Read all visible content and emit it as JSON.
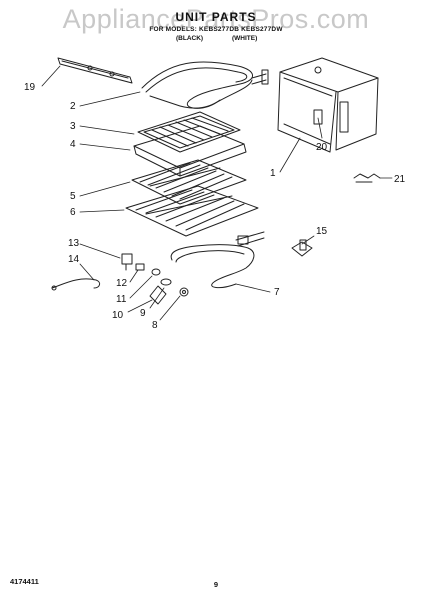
{
  "watermark": "AppliancePartsPros.com",
  "header": {
    "title": "UNIT PARTS",
    "subtitle": "FOR MODELS: KEBS277DB KEBS277DW",
    "color_black": "(BLACK)",
    "color_white": "(WHITE)"
  },
  "callouts": [
    "1",
    "2",
    "3",
    "4",
    "5",
    "6",
    "7",
    "8",
    "9",
    "10",
    "11",
    "12",
    "13",
    "14",
    "15",
    "19",
    "20",
    "21"
  ],
  "footer": {
    "doc_number": "4174411",
    "page_number": "9"
  }
}
